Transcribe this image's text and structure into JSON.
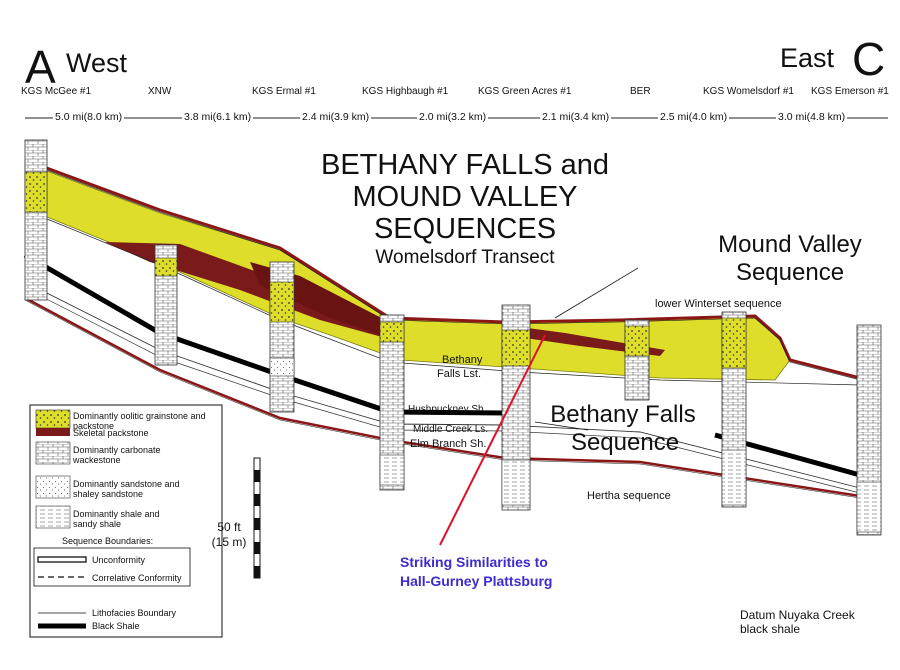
{
  "header": {
    "left_letter": "A",
    "left_direction": "West",
    "right_direction": "East",
    "right_letter": "C"
  },
  "wells": [
    {
      "name": "KGS McGee #1"
    },
    {
      "name": "XNW"
    },
    {
      "name": "KGS Ermal #1"
    },
    {
      "name": "KGS Highbaugh #1"
    },
    {
      "name": "KGS Green Acres #1"
    },
    {
      "name": "BER"
    },
    {
      "name": "KGS Womelsdorf #1"
    },
    {
      "name": "KGS Emerson #1"
    }
  ],
  "distances": [
    "5.0 mi(8.0 km)",
    "3.8 mi(6.1 km)",
    "2.4 mi(3.9 km)",
    "2.0 mi(3.2 km)",
    "2.1 mi(3.4 km)",
    "2.5 mi(4.0 km)",
    "3.0 mi(4.8 km)"
  ],
  "title": {
    "line1": "BETHANY FALLS and",
    "line2": "MOUND VALLEY",
    "line3": "SEQUENCES",
    "subtitle": "Womelsdorf Transect"
  },
  "labels": {
    "mound_valley_1": "Mound Valley",
    "mound_valley_2": "Sequence",
    "lower_winterset": "lower Winterset sequence",
    "bethany": "Bethany",
    "falls_lst": "Falls Lst.",
    "hushpuckney": "Hushpuckney Sh.",
    "middle_creek": "Middle Creek Ls.",
    "elm_branch": "Elm Branch Sh.",
    "bethany_falls_1": "Bethany Falls",
    "bethany_falls_2": "Sequence",
    "hertha": "Hertha sequence"
  },
  "annotation": {
    "line1": "Striking Similarities to",
    "line2": "Hall-Gurney Plattsburg",
    "color": "#e0102a"
  },
  "scale": {
    "line1": "50 ft",
    "line2": "(15  m)"
  },
  "datum": {
    "line1": "Datum Nuyaka Creek",
    "line2": "black shale"
  },
  "legend": {
    "lithology": [
      "Dominantly oolitic grainstone and packstone",
      "Skeletal packstone",
      "Dominantly carbonate wackestone",
      "Dominantly sandstone and shaley sandstone",
      "Dominantly shale and sandy shale"
    ],
    "boundaries_title": "Sequence Boundaries:",
    "boundaries": [
      "Unconformity",
      "Correlative Conformity"
    ],
    "other": [
      "Lithofacies Boundary",
      "Black Shale"
    ]
  },
  "colors": {
    "oolite_fill": "#dede2a",
    "skeletal_fill": "#7a1a1a",
    "unconformity": "#8a1616",
    "black_shale": "#000000",
    "annotation_text": "#3d2bd0"
  }
}
